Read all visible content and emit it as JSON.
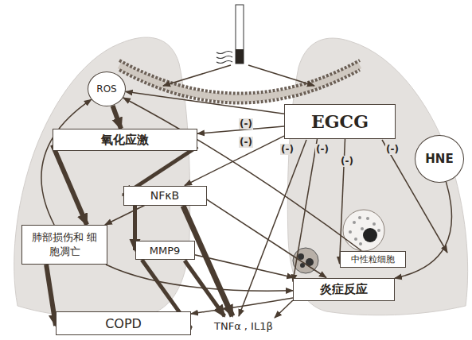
{
  "diagram": {
    "nodes": [
      {
        "text": [
          "ROS"
        ]
      },
      {
        "text": [
          "氧化应激"
        ]
      },
      {
        "text": [
          "EGCG"
        ]
      },
      {
        "text": [
          "NFκB"
        ]
      },
      {
        "text": [
          "HNE"
        ]
      },
      {
        "text": [
          "肺部损伤和 细胞凋亡"
        ]
      },
      {
        "text": [
          "MMP9"
        ]
      },
      {
        "text": [
          "中性粒细胞"
        ]
      },
      {
        "text": [
          "炎症反应"
        ]
      },
      {
        "text": [
          "COPD"
        ]
      }
    ],
    "edges": [
      {
        "from": 0,
        "to": 1,
        "arrow": "to"
      },
      {
        "from": 5,
        "to": 0,
        "arrow": "to"
      },
      {
        "from": 1,
        "to": 5,
        "arrow": "to"
      },
      {
        "from": 1,
        "to": 3,
        "arrow": "to"
      },
      {
        "from": 2,
        "to": 0,
        "label": "(-)",
        "arrow": "to"
      },
      {
        "from": 2,
        "to": 1,
        "label": "(-)",
        "arrow": "to"
      },
      {
        "from": 2,
        "to": 3,
        "arrow": "to"
      },
      {
        "from": 3,
        "to": 5,
        "arrow": "to"
      },
      {
        "from": 3,
        "to": 6,
        "arrow": "to"
      },
      {
        "from": 3,
        "to": 8,
        "arrow": "to"
      },
      {
        "from": 5,
        "to": 9,
        "arrow": "to"
      },
      {
        "from": 6,
        "to": 9,
        "arrow": "to"
      },
      {
        "from": 6,
        "to": 8,
        "arrow": "to"
      },
      {
        "from": 5,
        "to": 8,
        "arrow": "to"
      },
      {
        "from": 8,
        "to": 9,
        "arrow": "to"
      },
      {
        "from": 7,
        "to": 0,
        "arrow": "to"
      },
      {
        "from": 2,
        "to": 8,
        "label": "(-)",
        "arrow": "to"
      },
      {
        "from": 2,
        "to": 7,
        "label": "(-)",
        "arrow": "to"
      },
      {
        "from": 4,
        "to": 8,
        "arrow": "to"
      }
    ],
    "labels": [
      "(-)",
      "(-)",
      "TNFα , IL1β"
    ]
  }
}
